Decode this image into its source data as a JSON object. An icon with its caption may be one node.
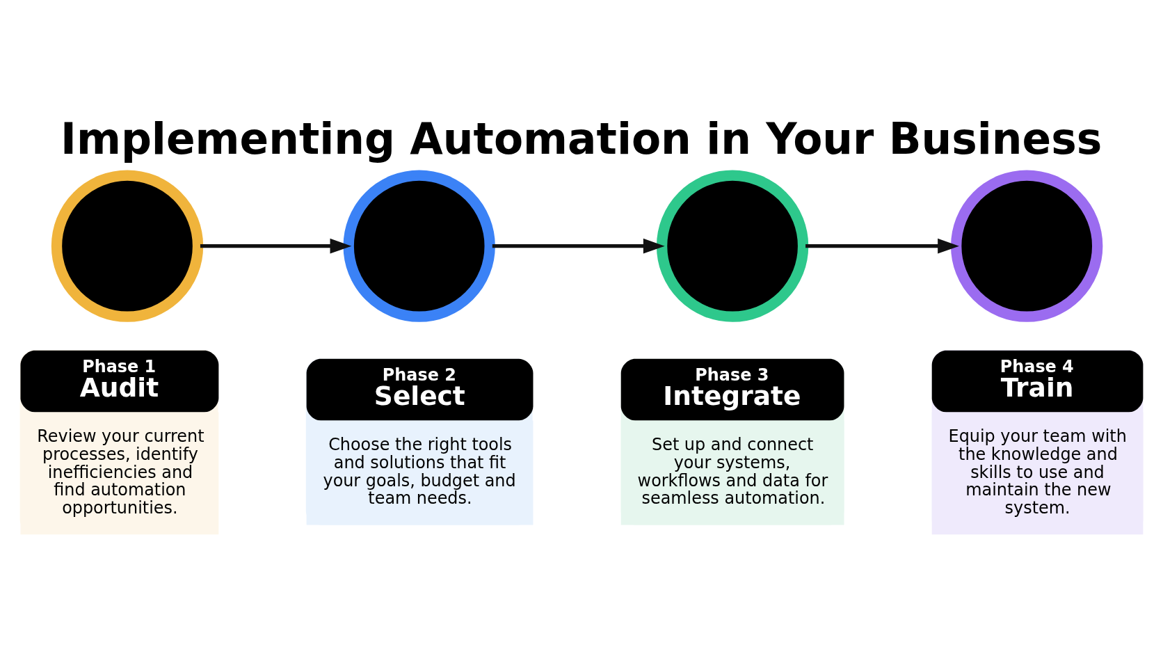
{
  "diagram": {
    "title": "Implementing Automation in Your Business",
    "nodes": [
      {
        "text": [],
        "shape": "circle"
      },
      {
        "text": [
          "Phase 1",
          "Audit",
          "Review your current processes, identify inefficiencies and find automation opportunities."
        ]
      },
      {
        "text": [],
        "shape": "circle"
      },
      {
        "text": [
          "Phase 2",
          "Select",
          "Choose the right tools and solutions that fit your goals, budget and team needs."
        ]
      },
      {
        "text": [],
        "shape": "circle"
      },
      {
        "text": [
          "Phase 3",
          "Integrate",
          "Set up and connect your systems, workflows and data for seamless automation."
        ]
      },
      {
        "text": [],
        "shape": "circle"
      },
      {
        "text": [
          "Phase 4",
          "Train",
          "Equip your team with the knowledge and skills to use and maintain the new system."
        ]
      }
    ],
    "edges": [
      {
        "from": 0,
        "to": 2,
        "arrow": "to"
      },
      {
        "from": 2,
        "to": 4,
        "arrow": "to"
      },
      {
        "from": 4,
        "to": 6,
        "arrow": "to"
      }
    ]
  }
}
